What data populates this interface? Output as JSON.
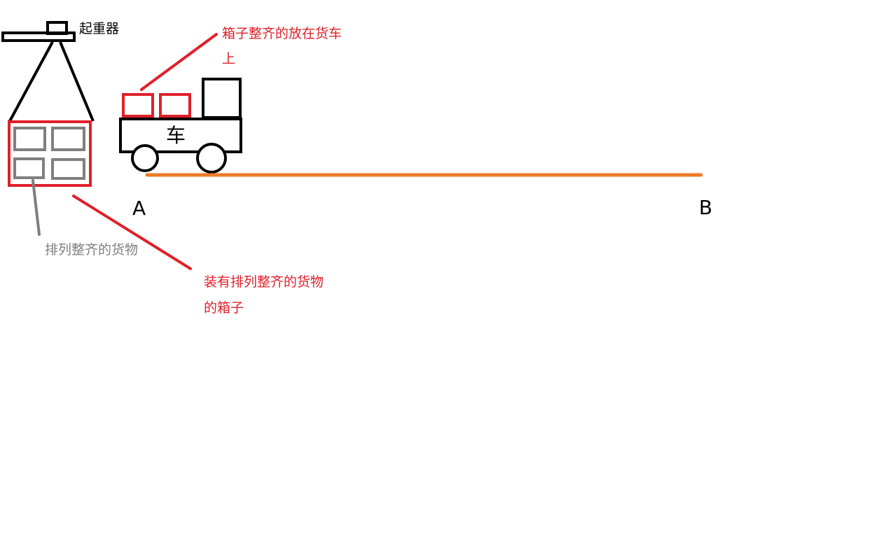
{
  "labels": {
    "crane": "起重器",
    "truck": "车",
    "point_a": "A",
    "point_b": "B",
    "arranged_goods": "排列整齐的货物",
    "boxes_with_goods": "装有排列整齐的货物\n的箱子",
    "boxes_on_truck": "箱子整齐的放在货车\n上"
  },
  "colors": {
    "outline": "#000000",
    "box": "#e0202a",
    "goods": "#7f7f7f",
    "track": "#f07a28",
    "crane_text": "#000000",
    "annotation_red": "#e0202a",
    "annotation_gray": "#7f7f7f"
  }
}
